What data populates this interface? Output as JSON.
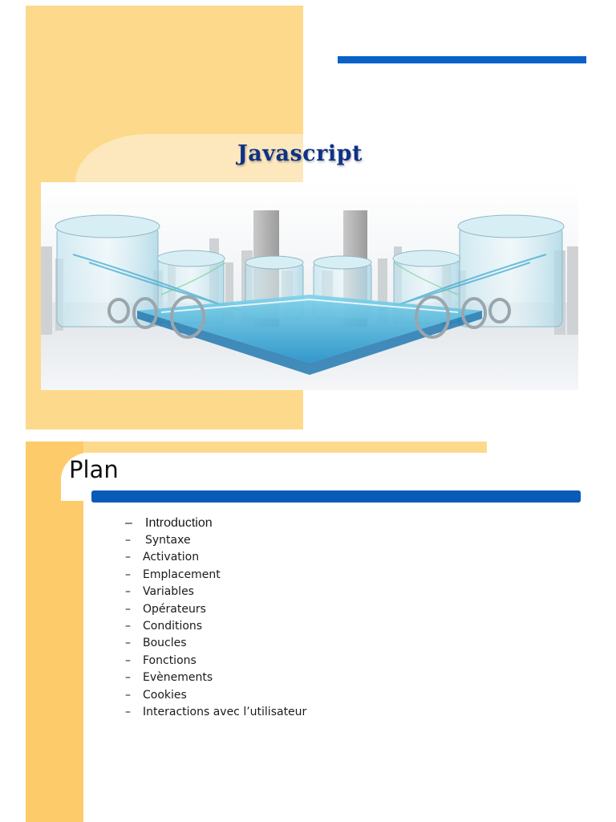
{
  "slide1": {
    "title": "Javascript",
    "colors": {
      "background": "#fdd98c",
      "accent_bar": "#0a62c9",
      "title": "#0f3285"
    },
    "image": "glass-cylinders-city-icon"
  },
  "slide2": {
    "title": "Plan",
    "colors": {
      "sidebar": "#fdcb6a",
      "accent_bar": "#0a5ab8"
    },
    "bullet": "–",
    "items": [
      "Introduction",
      "Syntaxe",
      "Activation",
      "Emplacement",
      "Variables",
      "Opérateurs",
      "Conditions",
      "Boucles",
      "Fonctions",
      "Evènements",
      "Cookies",
      "Interactions avec l’utilisateur"
    ]
  }
}
